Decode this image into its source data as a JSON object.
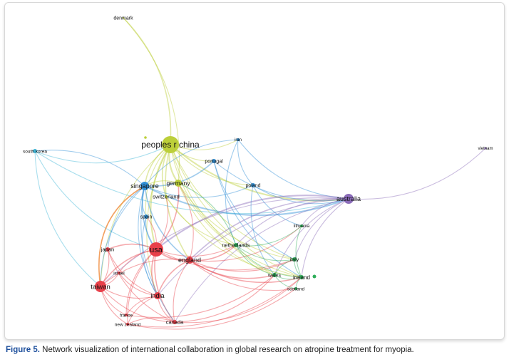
{
  "figure": {
    "caption_label": "Figure 5.",
    "caption_text": " Network visualization of international collaboration in global research on atropine treatment for myopia."
  },
  "clusters": {
    "red": "#e8404a",
    "green": "#2fae5a",
    "blue": "#2f8fd6",
    "yellow": "#bccf3a",
    "purple": "#8a6bb8",
    "orange": "#f08a3a",
    "cyan": "#3fb6d8"
  },
  "nodes": [
    {
      "id": "denmark",
      "label": "denmark",
      "cluster": "yellow"
    },
    {
      "id": "china",
      "label": "peoples r china",
      "cluster": "yellow"
    },
    {
      "id": "germany",
      "label": "germany",
      "cluster": "yellow"
    },
    {
      "id": "switzerland",
      "label": "switzerland",
      "cluster": "yellow"
    },
    {
      "id": "iran",
      "label": "iran",
      "cluster": "blue"
    },
    {
      "id": "portugal",
      "label": "portugal",
      "cluster": "blue"
    },
    {
      "id": "singapore",
      "label": "singapore",
      "cluster": "blue"
    },
    {
      "id": "poland",
      "label": "poland",
      "cluster": "blue"
    },
    {
      "id": "spain",
      "label": "spain",
      "cluster": "blue"
    },
    {
      "id": "southkorea",
      "label": "south korea",
      "cluster": "cyan"
    },
    {
      "id": "australia",
      "label": "australia",
      "cluster": "purple"
    },
    {
      "id": "vietnam",
      "label": "vietnam",
      "cluster": "purple"
    },
    {
      "id": "lithuania",
      "label": "lithuania",
      "cluster": "green"
    },
    {
      "id": "netherlands",
      "label": "netherlands",
      "cluster": "green"
    },
    {
      "id": "italy",
      "label": "italy",
      "cluster": "green"
    },
    {
      "id": "wales",
      "label": "wales",
      "cluster": "green"
    },
    {
      "id": "ireland",
      "label": "ireland",
      "cluster": "green"
    },
    {
      "id": "scotland",
      "label": "scotland",
      "cluster": "green"
    },
    {
      "id": "usa",
      "label": "usa",
      "cluster": "red"
    },
    {
      "id": "japan",
      "label": "japan",
      "cluster": "red"
    },
    {
      "id": "england",
      "label": "england",
      "cluster": "red"
    },
    {
      "id": "israel",
      "label": "israel",
      "cluster": "red"
    },
    {
      "id": "taiwan",
      "label": "taiwan",
      "cluster": "red"
    },
    {
      "id": "india",
      "label": "india",
      "cluster": "red"
    },
    {
      "id": "france",
      "label": "france",
      "cluster": "red"
    },
    {
      "id": "newzealand",
      "label": "new zealand",
      "cluster": "red"
    },
    {
      "id": "canada",
      "label": "canada",
      "cluster": "red"
    }
  ]
}
